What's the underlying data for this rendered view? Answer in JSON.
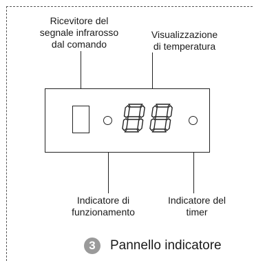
{
  "labels": {
    "receiver": [
      "Ricevitore del",
      "segnale infrarosso",
      "dal comando"
    ],
    "temperature": [
      "Visualizzazione",
      "di temperatura"
    ],
    "operation": [
      "Indicatore di",
      "funzionamento"
    ],
    "timer": [
      "Indicatore del",
      "timer"
    ]
  },
  "display": {
    "digits": "88"
  },
  "section": {
    "number": "3",
    "title": "Pannello indicatore"
  }
}
